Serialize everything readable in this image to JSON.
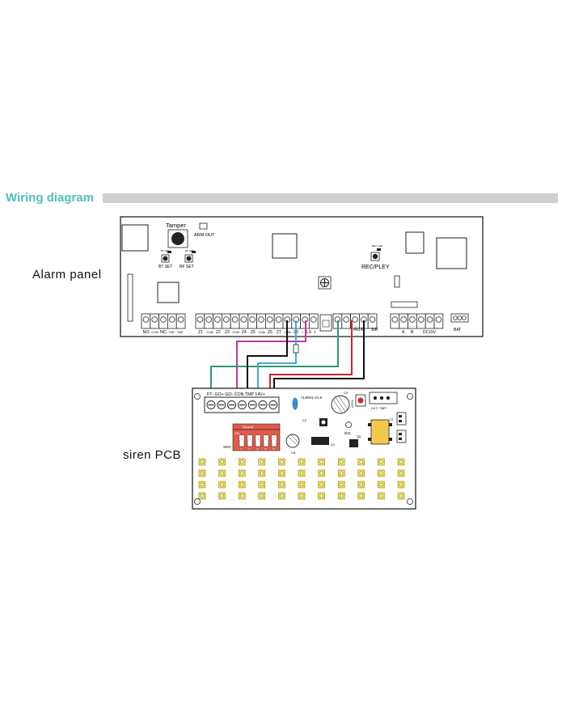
{
  "header": {
    "title": "Wiring diagram"
  },
  "labels": {
    "alarm_panel": "Alarm panel",
    "siren_pcb": "siren PCB"
  },
  "panel": {
    "tamper": "Tamper",
    "arm_out": "ARM OUT",
    "bt_led": "BT LED",
    "rf_led": "RF LED",
    "bt_set": "BT SET",
    "rf_set": "RF SET",
    "rec_led": "REC LED",
    "rec_pley": "REC/PLEY",
    "bat": "BAT",
    "terminals_left": [
      "NO",
      "COM",
      "NC",
      "TMP",
      "TMP"
    ],
    "terminals_zones": [
      "Z1",
      "COM",
      "Z2",
      "Z3",
      "COM",
      "Z4",
      "Z5",
      "COM",
      "Z6",
      "Z7",
      "COM",
      "Z8"
    ],
    "ls": "LS",
    "aux": "AUX",
    "siren": "SIR",
    "terminals_right": [
      "A",
      "B",
      "DC15V"
    ]
  },
  "siren": {
    "terminal_labels": "FT- GO+ GO- CON TMP  14V+",
    "model": "YL9001-V1.0",
    "sound": "Sound",
    "dip_labels": [
      "ON",
      "1",
      "2",
      "3",
      "4",
      "5"
    ],
    "sw1": "SW1",
    "led1": "LED1",
    "c5": "C5",
    "c2": "C2",
    "c6": "C6",
    "u1": "U1",
    "q5": "Q5",
    "d11": "D11",
    "t1": "T1",
    "j1": "OUT+ TMP+"
  }
}
